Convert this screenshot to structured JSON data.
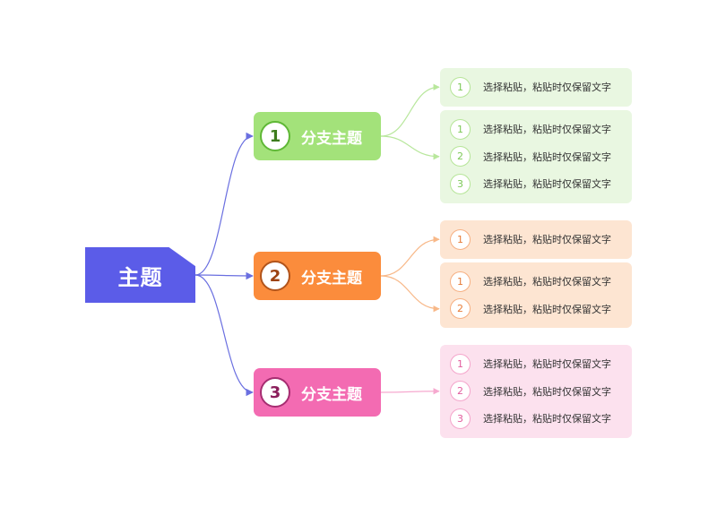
{
  "root": {
    "label": "主题",
    "color": "#5b5ce8"
  },
  "branches": [
    {
      "number": "1",
      "label": "分支主题",
      "color": "#a3e27a",
      "badge_border": "#5fb836",
      "badge_text": "#3d7c1d",
      "line": "#b8e79c",
      "group_bg": "#e9f7e1",
      "leaf_border": "#b6e598",
      "leaf_num": "#7cc856",
      "groups": [
        {
          "items": [
            {
              "number": "1",
              "text": "选择粘贴，粘贴时仅保留文字"
            }
          ]
        },
        {
          "items": [
            {
              "number": "1",
              "text": "选择粘贴，粘贴时仅保留文字"
            },
            {
              "number": "2",
              "text": "选择粘贴，粘贴时仅保留文字"
            },
            {
              "number": "3",
              "text": "选择粘贴，粘贴时仅保留文字"
            }
          ]
        }
      ]
    },
    {
      "number": "2",
      "label": "分支主题",
      "color": "#fb8c3c",
      "badge_border": "#b2541b",
      "badge_text": "#9c4212",
      "line": "#f8b888",
      "group_bg": "#fde5d2",
      "leaf_border": "#f6b083",
      "leaf_num": "#e57a36",
      "groups": [
        {
          "items": [
            {
              "number": "1",
              "text": "选择粘贴，粘贴时仅保留文字"
            }
          ]
        },
        {
          "items": [
            {
              "number": "1",
              "text": "选择粘贴，粘贴时仅保留文字"
            },
            {
              "number": "2",
              "text": "选择粘贴，粘贴时仅保留文字"
            }
          ]
        }
      ]
    },
    {
      "number": "3",
      "label": "分支主题",
      "color": "#f36bb2",
      "badge_border": "#a62d71",
      "badge_text": "#8a1e5b",
      "line": "#f6a9cf",
      "group_bg": "#fce1ee",
      "leaf_border": "#f4a5cb",
      "leaf_num": "#e25d9e",
      "groups": [
        {
          "items": [
            {
              "number": "1",
              "text": "选择粘贴，粘贴时仅保留文字"
            },
            {
              "number": "2",
              "text": "选择粘贴，粘贴时仅保留文字"
            },
            {
              "number": "3",
              "text": "选择粘贴，粘贴时仅保留文字"
            }
          ]
        }
      ]
    }
  ],
  "root_line_color": "#6a6fe0"
}
